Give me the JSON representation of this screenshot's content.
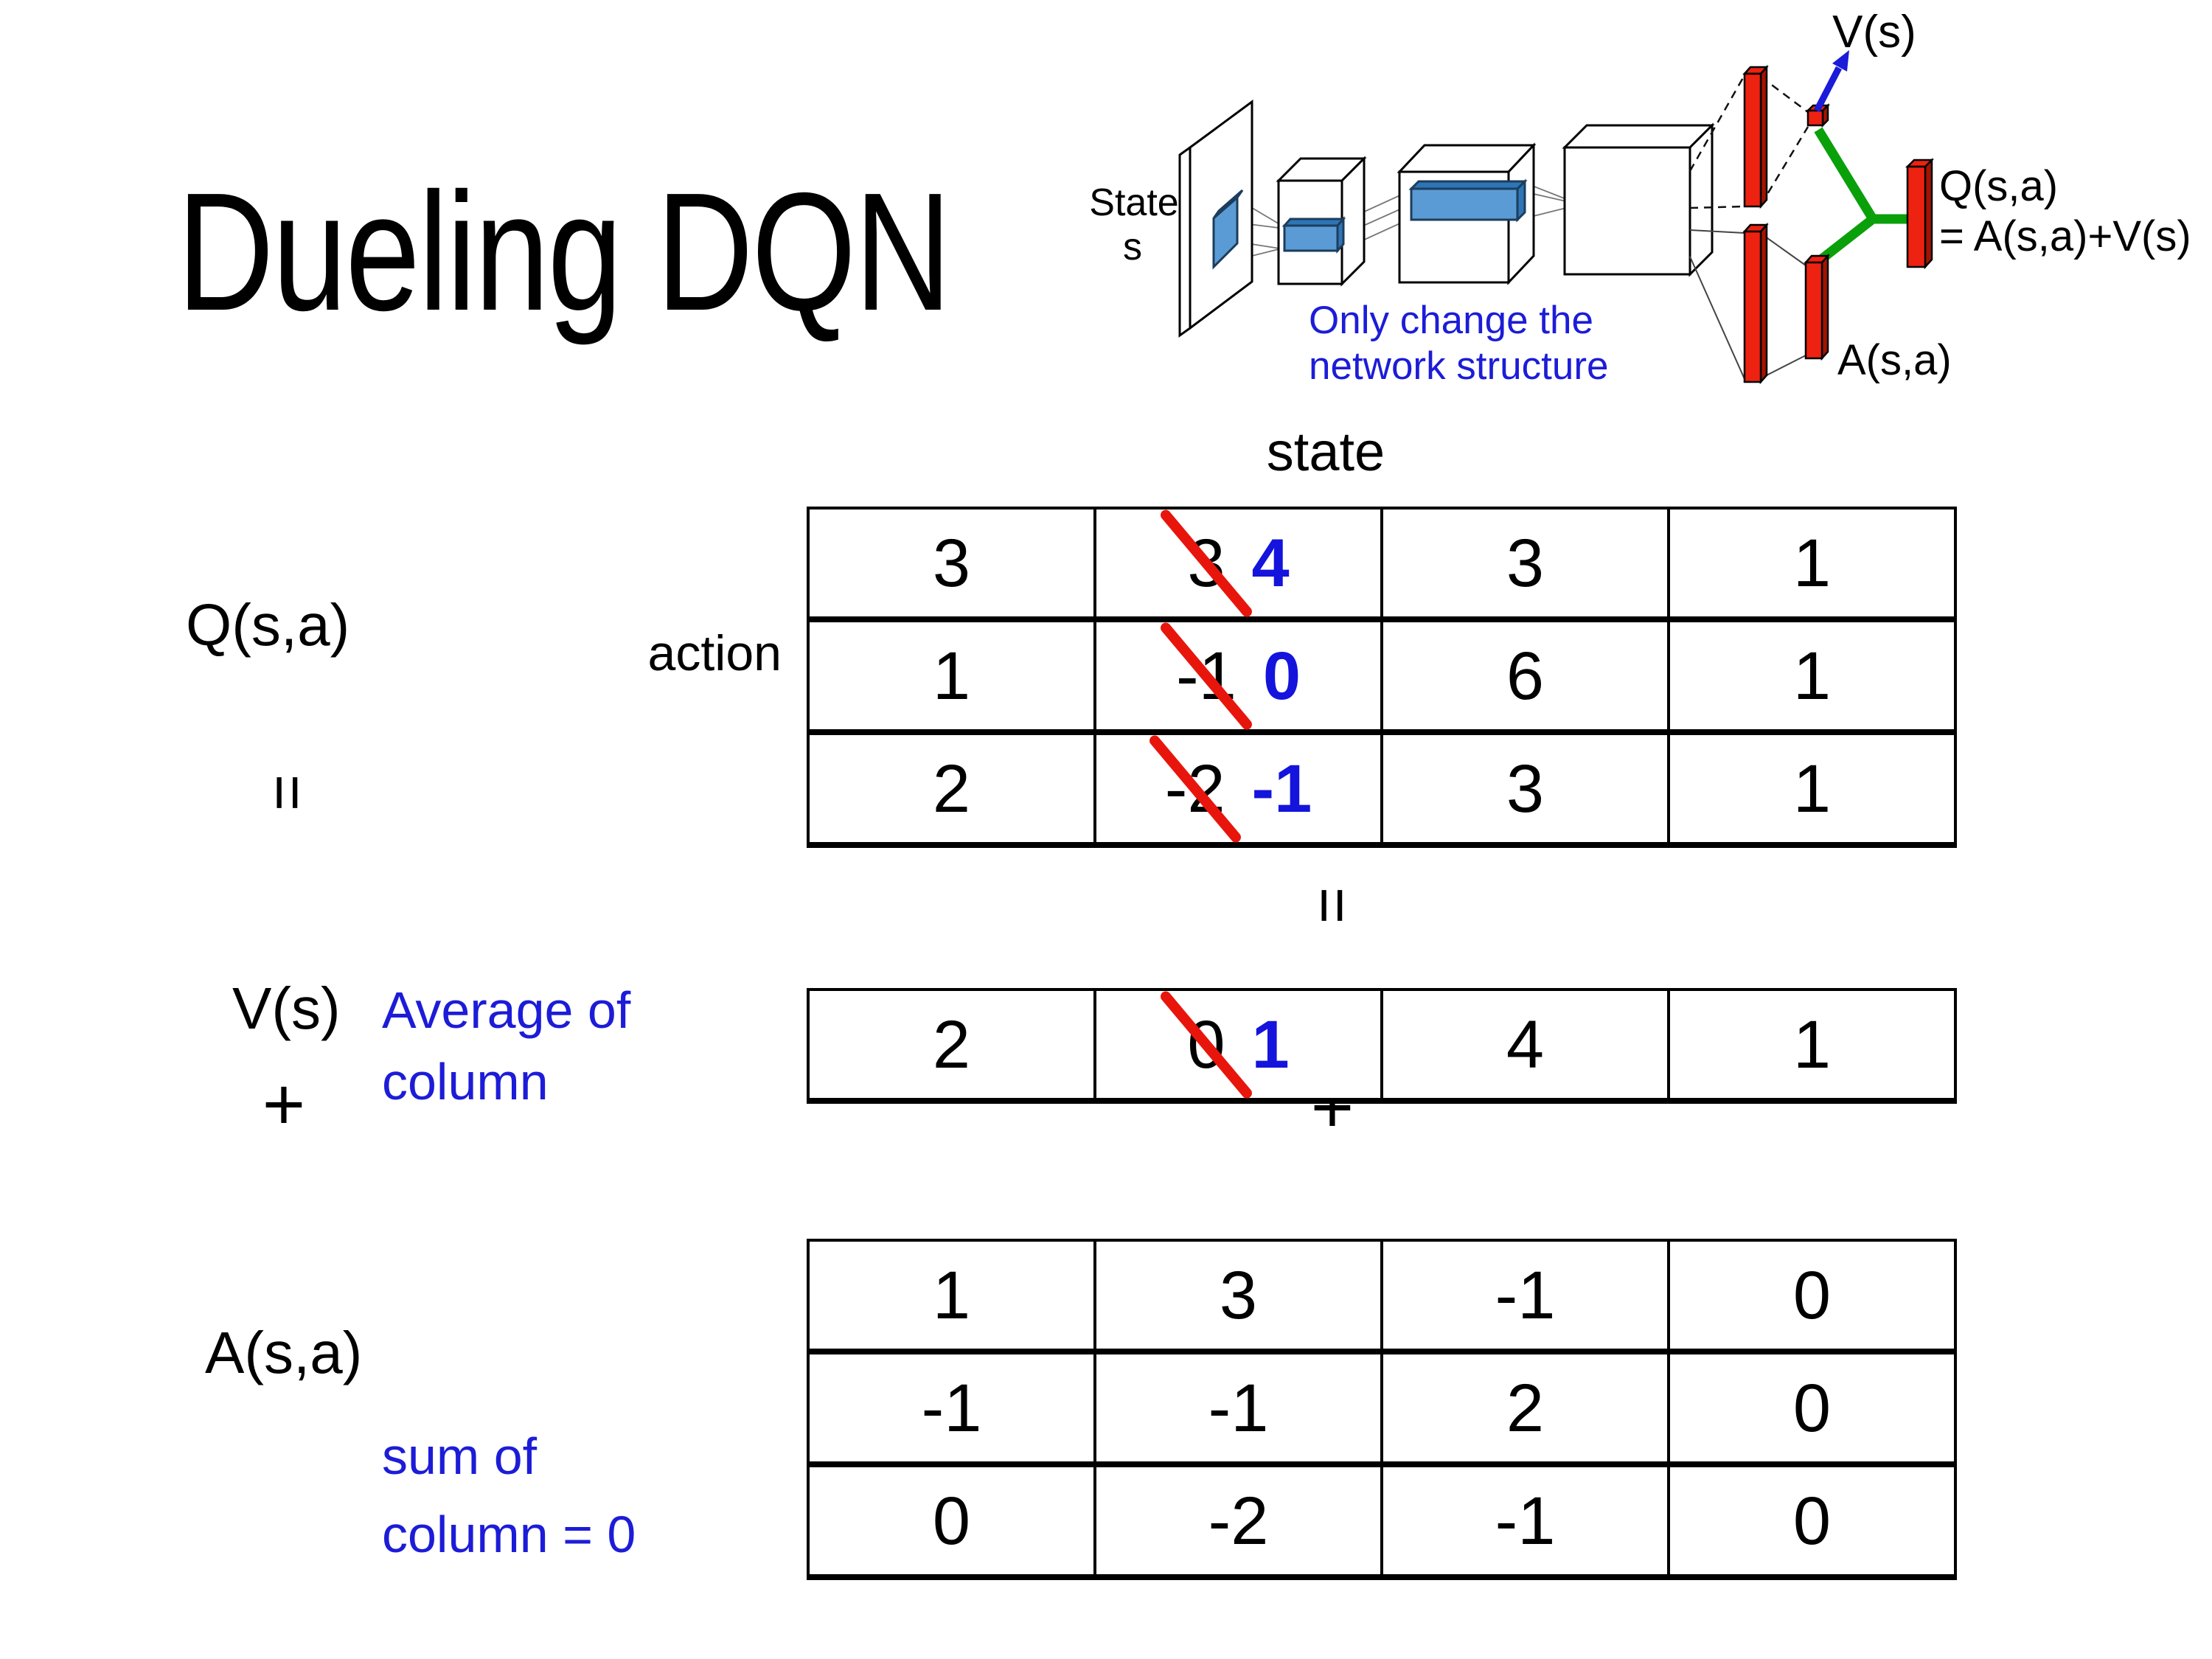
{
  "title": "Dueling DQN",
  "diagram": {
    "input_label_line1": "State",
    "input_label_line2": "s",
    "note_line1": "Only change the",
    "note_line2": "network structure",
    "v_label": "V(s)",
    "a_label": "A(s,a)",
    "q_label_line1": "Q(s,a)",
    "q_label_line2": "= A(s,a)+V(s)"
  },
  "equation": {
    "q": "Q(s,a)",
    "equals": "=",
    "v": "V(s)",
    "plus": "+",
    "a": "A(s,a)",
    "mid_equals": "=",
    "mid_plus": "+"
  },
  "labels": {
    "state": "state",
    "action": "action",
    "average_line1": "Average of",
    "average_line2": "column",
    "sum_line1": "sum of",
    "sum_line2": "column = 0"
  },
  "q_table": {
    "rows": [
      [
        "3",
        {
          "old": "3",
          "new": "4"
        },
        "3",
        "1"
      ],
      [
        "1",
        {
          "old": "-1",
          "new": "0"
        },
        "6",
        "1"
      ],
      [
        "2",
        {
          "old": "-2",
          "new": "-1"
        },
        "3",
        "1"
      ]
    ]
  },
  "v_table": {
    "rows": [
      [
        "2",
        {
          "old": "0",
          "new": "1"
        },
        "4",
        "1"
      ]
    ]
  },
  "a_table": {
    "rows": [
      [
        "1",
        "3",
        "-1",
        "0"
      ],
      [
        "-1",
        "-1",
        "2",
        "0"
      ],
      [
        "0",
        "-2",
        "-1",
        "0"
      ]
    ]
  },
  "colors": {
    "highlight_blue": "#1414dd",
    "strike_red": "#e8150c",
    "note_blue": "#1c1cd8",
    "bar_red": "#ee2211",
    "bar_red_dark": "#a51300",
    "slab_blue": "#5b9bd5",
    "slab_blue_dark": "#2e75b6",
    "green": "#0aa00a",
    "arrow_blue": "#1b1bd9"
  }
}
